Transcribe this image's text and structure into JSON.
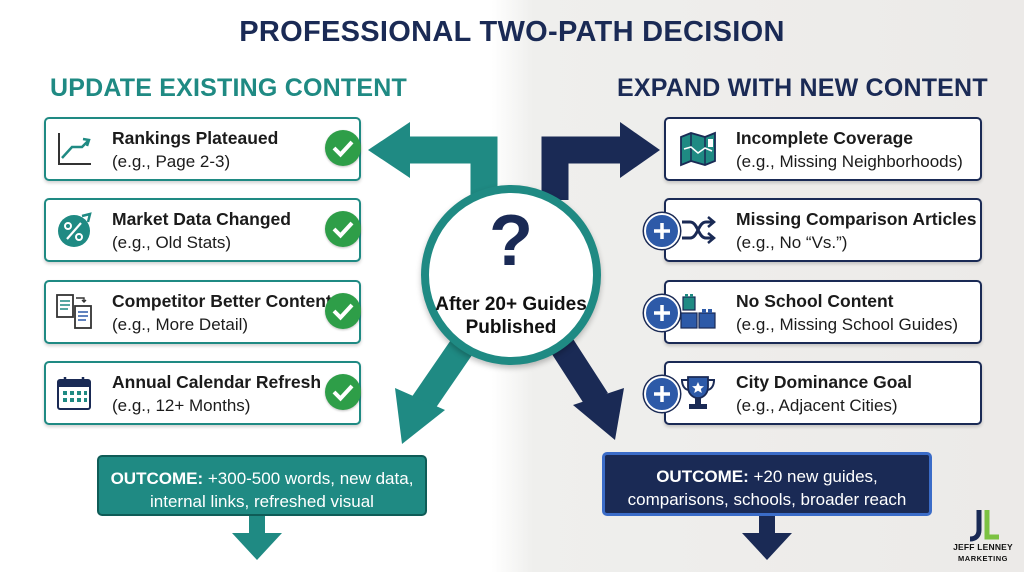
{
  "title": "PROFESSIONAL TWO-PATH DECISION",
  "left": {
    "heading": "UPDATE EXISTING CONTENT",
    "items": [
      {
        "title": "Rankings Plateaued",
        "sub": "(e.g., Page 2-3)",
        "icon": "trend-chart-icon",
        "status": "check"
      },
      {
        "title": "Market Data Changed",
        "sub": "(e.g., Old Stats)",
        "icon": "percent-icon",
        "status": "check"
      },
      {
        "title": "Competitor Better Content",
        "sub": "(e.g., More Detail)",
        "icon": "document-compare-icon",
        "status": "check"
      },
      {
        "title": "Annual Calendar Refresh",
        "sub": "(e.g., 12+ Months)",
        "icon": "calendar-icon",
        "status": "check"
      }
    ],
    "outcome": {
      "label": "OUTCOME:",
      "line1": "+300-500 words, new data,",
      "line2": "internal links, refreshed visual"
    },
    "accent": "#1f8a83"
  },
  "right": {
    "heading": "EXPAND WITH NEW CONTENT",
    "items": [
      {
        "title": "Incomplete Coverage",
        "sub": "(e.g., Missing Neighborhoods)",
        "icon": "map-icon",
        "status": "none"
      },
      {
        "title": "Missing Comparison Articles",
        "sub": "(e.g., No “Vs.”)",
        "icon": "shuffle-icon",
        "status": "plus"
      },
      {
        "title": "No School Content",
        "sub": "(e.g., Missing School Guides)",
        "icon": "blocks-icon",
        "status": "plus"
      },
      {
        "title": "City Dominance Goal",
        "sub": "(e.g., Adjacent Cities)",
        "icon": "trophy-icon",
        "status": "plus"
      }
    ],
    "outcome": {
      "label": "OUTCOME:",
      "line1": "+20 new guides,",
      "line2": "comparisons, schools, broader reach"
    },
    "accent": "#1a2a55"
  },
  "center": {
    "symbol": "?",
    "label_line1": "After 20+ Guides",
    "label_line2": "Published"
  },
  "logo": {
    "name": "JEFF LENNEY",
    "sub": "MARKETING",
    "initials": "JL"
  }
}
